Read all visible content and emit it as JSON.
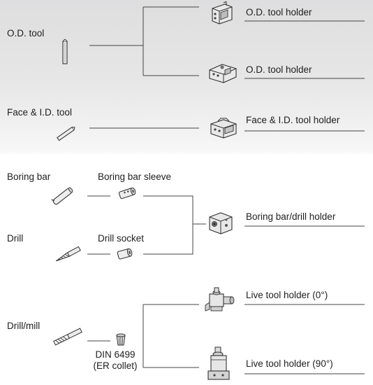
{
  "tools": {
    "od_tool": "O.D. tool",
    "face_id_tool": "Face & I.D. tool",
    "boring_bar": "Boring bar",
    "drill": "Drill",
    "drill_mill": "Drill/mill"
  },
  "adapters": {
    "boring_bar_sleeve": "Boring bar sleeve",
    "drill_socket": "Drill socket",
    "collet_line1": "DIN 6499",
    "collet_line2": "(ER collet)"
  },
  "holders": {
    "od_holder_1": "O.D. tool holder",
    "od_holder_2": "O.D. tool holder",
    "face_id_holder": "Face & I.D. tool holder",
    "boring_drill_holder": "Boring bar/drill holder",
    "live_holder_0": "Live tool holder (0°)",
    "live_holder_90": "Live tool holder (90°)"
  },
  "colors": {
    "top_background": "#dededf",
    "bottom_background": "#ffffff",
    "line": "#444444",
    "text": "#1e1e1e"
  }
}
